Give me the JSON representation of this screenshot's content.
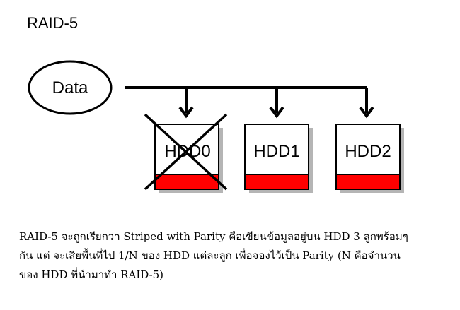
{
  "title": "RAID-5",
  "diagram": {
    "source_label": "Data",
    "disks": [
      {
        "label": "HDD0",
        "failed": true
      },
      {
        "label": "HDD1",
        "failed": false
      },
      {
        "label": "HDD2",
        "failed": false
      }
    ],
    "colors": {
      "parity_block": "#ff0000",
      "stroke": "#000000",
      "box_shadow": "#b5b5b5"
    }
  },
  "caption": {
    "line1": "RAID-5 จะถูกเรียกว่า Striped with Parity คือเขียนข้อมูลอยู่บน HDD 3 ลูกพร้อมๆ",
    "line2": "กัน แต่ จะเสียพื้นที่ไป 1/N ของ HDD แต่ละลูก เพื่อจองไว้เป็น Parity (N คือจำนวน",
    "line3": "ของ HDD ที่นำมาทำ RAID-5)"
  }
}
